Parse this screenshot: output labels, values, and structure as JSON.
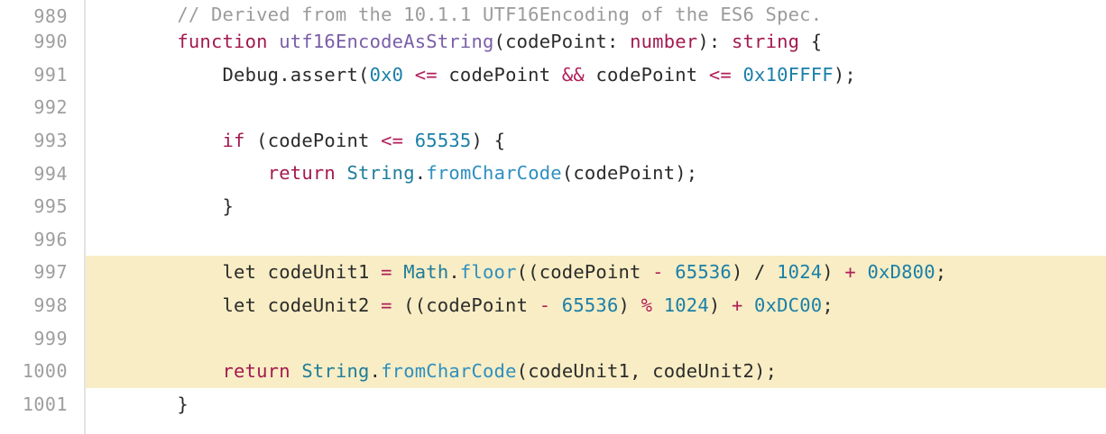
{
  "editor": {
    "language": "TypeScript",
    "gutter_divider_color": "#e3e3e3",
    "highlight_color": "#f8edc4",
    "background_color": "#ffffff",
    "line_number_color": "#9e9e9e",
    "palette": {
      "comment": "#9b9b9b",
      "keyword": "#a3194f",
      "function_name": "#7a5ea8",
      "type": "#a3194f",
      "number": "#1a7fa8",
      "operator": "#b01e5a",
      "class": "#1f7d9b",
      "method": "#2e8fc0",
      "plain": "#2b2b2b"
    }
  },
  "lines": [
    {
      "number": "989",
      "highlighted": false,
      "text": "        // Derived from the 10.1.1 UTF16Encoding of the ES6 Spec.",
      "tokens": [
        {
          "cls": "t-plain",
          "text": "        "
        },
        {
          "cls": "t-comment",
          "text": "// Derived from the 10.1.1 UTF16Encoding of the ES6 Spec."
        }
      ]
    },
    {
      "number": "990",
      "highlighted": false,
      "text": "        function utf16EncodeAsString(codePoint: number): string {",
      "tokens": [
        {
          "cls": "t-plain",
          "text": "        "
        },
        {
          "cls": "t-keyword",
          "text": "function"
        },
        {
          "cls": "t-plain",
          "text": " "
        },
        {
          "cls": "t-func",
          "text": "utf16EncodeAsString"
        },
        {
          "cls": "t-plain",
          "text": "(codePoint: "
        },
        {
          "cls": "t-type",
          "text": "number"
        },
        {
          "cls": "t-plain",
          "text": "): "
        },
        {
          "cls": "t-type",
          "text": "string"
        },
        {
          "cls": "t-plain",
          "text": " {"
        }
      ]
    },
    {
      "number": "991",
      "highlighted": false,
      "text": "            Debug.assert(0x0 <= codePoint && codePoint <= 0x10FFFF);",
      "tokens": [
        {
          "cls": "t-plain",
          "text": "            Debug.assert("
        },
        {
          "cls": "t-num",
          "text": "0x0"
        },
        {
          "cls": "t-plain",
          "text": " "
        },
        {
          "cls": "t-op",
          "text": "<="
        },
        {
          "cls": "t-plain",
          "text": " codePoint "
        },
        {
          "cls": "t-op",
          "text": "&&"
        },
        {
          "cls": "t-plain",
          "text": " codePoint "
        },
        {
          "cls": "t-op",
          "text": "<="
        },
        {
          "cls": "t-plain",
          "text": " "
        },
        {
          "cls": "t-num",
          "text": "0x10FFFF"
        },
        {
          "cls": "t-plain",
          "text": ");"
        }
      ]
    },
    {
      "number": "992",
      "highlighted": false,
      "text": "",
      "tokens": []
    },
    {
      "number": "993",
      "highlighted": false,
      "text": "            if (codePoint <= 65535) {",
      "tokens": [
        {
          "cls": "t-plain",
          "text": "            "
        },
        {
          "cls": "t-keyword",
          "text": "if"
        },
        {
          "cls": "t-plain",
          "text": " (codePoint "
        },
        {
          "cls": "t-op",
          "text": "<="
        },
        {
          "cls": "t-plain",
          "text": " "
        },
        {
          "cls": "t-num",
          "text": "65535"
        },
        {
          "cls": "t-plain",
          "text": ") {"
        }
      ]
    },
    {
      "number": "994",
      "highlighted": false,
      "text": "                return String.fromCharCode(codePoint);",
      "tokens": [
        {
          "cls": "t-plain",
          "text": "                "
        },
        {
          "cls": "t-keyword",
          "text": "return"
        },
        {
          "cls": "t-plain",
          "text": " "
        },
        {
          "cls": "t-class",
          "text": "String"
        },
        {
          "cls": "t-plain",
          "text": "."
        },
        {
          "cls": "t-method",
          "text": "fromCharCode"
        },
        {
          "cls": "t-plain",
          "text": "(codePoint);"
        }
      ]
    },
    {
      "number": "995",
      "highlighted": false,
      "text": "            }",
      "tokens": [
        {
          "cls": "t-plain",
          "text": "            }"
        }
      ]
    },
    {
      "number": "996",
      "highlighted": false,
      "text": "",
      "tokens": []
    },
    {
      "number": "997",
      "highlighted": true,
      "text": "            let codeUnit1 = Math.floor((codePoint - 65536) / 1024) + 0xD800;",
      "tokens": [
        {
          "cls": "t-plain",
          "text": "            let codeUnit1 "
        },
        {
          "cls": "t-op",
          "text": "="
        },
        {
          "cls": "t-plain",
          "text": " "
        },
        {
          "cls": "t-class",
          "text": "Math"
        },
        {
          "cls": "t-plain",
          "text": "."
        },
        {
          "cls": "t-method",
          "text": "floor"
        },
        {
          "cls": "t-plain",
          "text": "((codePoint "
        },
        {
          "cls": "t-op",
          "text": "-"
        },
        {
          "cls": "t-plain",
          "text": " "
        },
        {
          "cls": "t-num",
          "text": "65536"
        },
        {
          "cls": "t-plain",
          "text": ") / "
        },
        {
          "cls": "t-num",
          "text": "1024"
        },
        {
          "cls": "t-plain",
          "text": ") "
        },
        {
          "cls": "t-op",
          "text": "+"
        },
        {
          "cls": "t-plain",
          "text": " "
        },
        {
          "cls": "t-num",
          "text": "0xD800"
        },
        {
          "cls": "t-plain",
          "text": ";"
        }
      ]
    },
    {
      "number": "998",
      "highlighted": true,
      "text": "            let codeUnit2 = ((codePoint - 65536) % 1024) + 0xDC00;",
      "tokens": [
        {
          "cls": "t-plain",
          "text": "            let codeUnit2 "
        },
        {
          "cls": "t-op",
          "text": "="
        },
        {
          "cls": "t-plain",
          "text": " ((codePoint "
        },
        {
          "cls": "t-op",
          "text": "-"
        },
        {
          "cls": "t-plain",
          "text": " "
        },
        {
          "cls": "t-num",
          "text": "65536"
        },
        {
          "cls": "t-plain",
          "text": ") "
        },
        {
          "cls": "t-op",
          "text": "%"
        },
        {
          "cls": "t-plain",
          "text": " "
        },
        {
          "cls": "t-num",
          "text": "1024"
        },
        {
          "cls": "t-plain",
          "text": ") "
        },
        {
          "cls": "t-op",
          "text": "+"
        },
        {
          "cls": "t-plain",
          "text": " "
        },
        {
          "cls": "t-num",
          "text": "0xDC00"
        },
        {
          "cls": "t-plain",
          "text": ";"
        }
      ]
    },
    {
      "number": "999",
      "highlighted": true,
      "text": "",
      "tokens": []
    },
    {
      "number": "1000",
      "highlighted": true,
      "text": "            return String.fromCharCode(codeUnit1, codeUnit2);",
      "tokens": [
        {
          "cls": "t-plain",
          "text": "            "
        },
        {
          "cls": "t-keyword",
          "text": "return"
        },
        {
          "cls": "t-plain",
          "text": " "
        },
        {
          "cls": "t-class",
          "text": "String"
        },
        {
          "cls": "t-plain",
          "text": "."
        },
        {
          "cls": "t-method",
          "text": "fromCharCode"
        },
        {
          "cls": "t-plain",
          "text": "(codeUnit1, codeUnit2);"
        }
      ]
    },
    {
      "number": "1001",
      "highlighted": false,
      "text": "        }",
      "tokens": [
        {
          "cls": "t-plain",
          "text": "        }"
        }
      ]
    }
  ]
}
